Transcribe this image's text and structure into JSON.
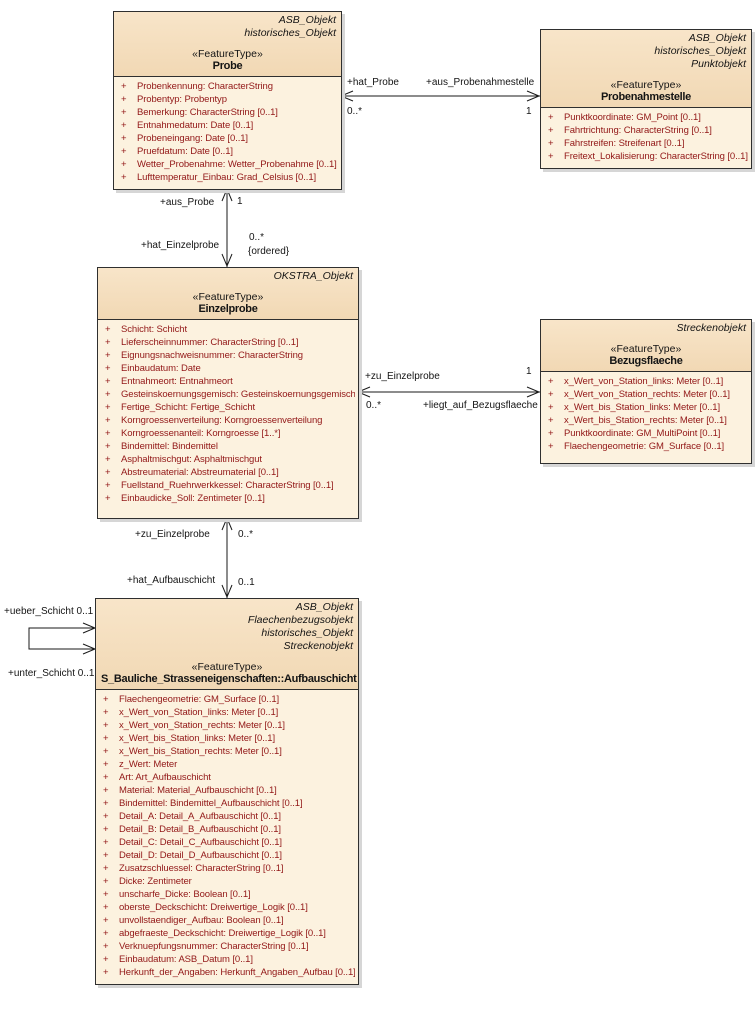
{
  "uml": {
    "visibility_symbol": "+"
  },
  "classes": {
    "probe": {
      "parents": [
        "ASB_Objekt",
        "historisches_Objekt"
      ],
      "stereotype": "«FeatureType»",
      "name": "Probe",
      "attributes": [
        "Probenkennung: CharacterString",
        "Probentyp: Probentyp",
        "Bemerkung: CharacterString [0..1]",
        "Entnahmedatum: Date [0..1]",
        "Probeneingang: Date [0..1]",
        "Pruefdatum: Date [0..1]",
        "Wetter_Probenahme: Wetter_Probenahme [0..1]",
        "Lufttemperatur_Einbau: Grad_Celsius [0..1]"
      ]
    },
    "probenahmestelle": {
      "parents": [
        "ASB_Objekt",
        "historisches_Objekt",
        "Punktobjekt"
      ],
      "stereotype": "«FeatureType»",
      "name": "Probenahmestelle",
      "attributes": [
        "Punktkoordinate: GM_Point [0..1]",
        "Fahrtrichtung: CharacterString [0..1]",
        "Fahrstreifen: Streifenart [0..1]",
        "Freitext_Lokalisierung: CharacterString [0..1]"
      ]
    },
    "einzelprobe": {
      "parents": [
        "OKSTRA_Objekt"
      ],
      "stereotype": "«FeatureType»",
      "name": "Einzelprobe",
      "attributes": [
        "Schicht: Schicht",
        "Lieferscheinnummer: CharacterString [0..1]",
        "Eignungsnachweisnummer: CharacterString",
        "Einbaudatum: Date",
        "Entnahmeort: Entnahmeort",
        "Gesteinskoernungsgemisch: Gesteinskoernungsgemisch",
        "Fertige_Schicht: Fertige_Schicht",
        "Korngroessenverteilung: Korngroessenverteilung",
        "Korngroessenanteil: Korngroesse [1..*]",
        "Bindemittel: Bindemittel",
        "Asphaltmischgut: Asphaltmischgut",
        "Abstreumaterial: Abstreumaterial [0..1]",
        "Fuellstand_Ruehrwerkkessel: CharacterString [0..1]",
        "Einbaudicke_Soll: Zentimeter [0..1]"
      ]
    },
    "bezugsflaeche": {
      "parents": [
        "Streckenobjekt"
      ],
      "stereotype": "«FeatureType»",
      "name": "Bezugsflaeche",
      "attributes": [
        "x_Wert_von_Station_links: Meter [0..1]",
        "x_Wert_von_Station_rechts: Meter [0..1]",
        "x_Wert_bis_Station_links: Meter [0..1]",
        "x_Wert_bis_Station_rechts: Meter [0..1]",
        "Punktkoordinate: GM_MultiPoint [0..1]",
        "Flaechengeometrie: GM_Surface [0..1]"
      ]
    },
    "aufbauschicht": {
      "parents": [
        "ASB_Objekt",
        "Flaechenbezugsobjekt",
        "historisches_Objekt",
        "Streckenobjekt"
      ],
      "stereotype": "«FeatureType»",
      "name": "S_Bauliche_Strasseneigenschaften::Aufbauschicht",
      "attributes": [
        "Flaechengeometrie: GM_Surface [0..1]",
        "x_Wert_von_Station_links: Meter [0..1]",
        "x_Wert_von_Station_rechts: Meter [0..1]",
        "x_Wert_bis_Station_links: Meter [0..1]",
        "x_Wert_bis_Station_rechts: Meter [0..1]",
        "z_Wert: Meter",
        "Art: Art_Aufbauschicht",
        "Material: Material_Aufbauschicht [0..1]",
        "Bindemittel: Bindemittel_Aufbauschicht [0..1]",
        "Detail_A: Detail_A_Aufbauschicht [0..1]",
        "Detail_B: Detail_B_Aufbauschicht [0..1]",
        "Detail_C: Detail_C_Aufbauschicht [0..1]",
        "Detail_D: Detail_D_Aufbauschicht [0..1]",
        "Zusatzschluessel: CharacterString [0..1]",
        "Dicke: Zentimeter",
        "unscharfe_Dicke: Boolean [0..1]",
        "oberste_Deckschicht: Dreiwertige_Logik [0..1]",
        "unvollstaendiger_Aufbau: Boolean [0..1]",
        "abgefraeste_Deckschicht: Dreiwertige_Logik [0..1]",
        "Verknuepfungsnummer: CharacterString [0..1]",
        "Einbaudatum: ASB_Datum [0..1]",
        "Herkunft_der_Angaben: Herkunft_Angaben_Aufbau [0..1]"
      ]
    }
  },
  "associations": {
    "probe_probenahmestelle": {
      "role1": "+hat_Probe",
      "mult1": "0..*",
      "role2": "+aus_Probenahmestelle",
      "mult2": "1"
    },
    "probe_einzelprobe": {
      "role1": "+aus_Probe",
      "mult1": "1",
      "role2": "+hat_Einzelprobe",
      "mult2": "0..*",
      "note2": "{ordered}"
    },
    "einzelprobe_bezugsflaeche": {
      "role1": "+zu_Einzelprobe",
      "mult1": "0..*",
      "role2": "+liegt_auf_Bezugsflaeche",
      "mult2": "1"
    },
    "einzelprobe_aufbauschicht": {
      "role1": "+zu_Einzelprobe",
      "mult1": "0..*",
      "role2": "+hat_Aufbauschicht",
      "mult2": "0..1"
    },
    "aufbauschicht_self": {
      "label_top": "+ueber_Schicht 0..1",
      "label_bottom": "+unter_Schicht 0..1"
    }
  },
  "colors": {
    "box_header_fill_top": "#F8E5C9",
    "box_header_fill_bottom": "#F1D8B4",
    "box_body_fill": "#FCF2DF",
    "box_border": "#2F2F2F",
    "box_shadow": "#D6D6D6",
    "attribute_text": "#921717",
    "label_text": "#141414",
    "line_color": "#1A1A1A",
    "background": "#FFFFFF"
  }
}
